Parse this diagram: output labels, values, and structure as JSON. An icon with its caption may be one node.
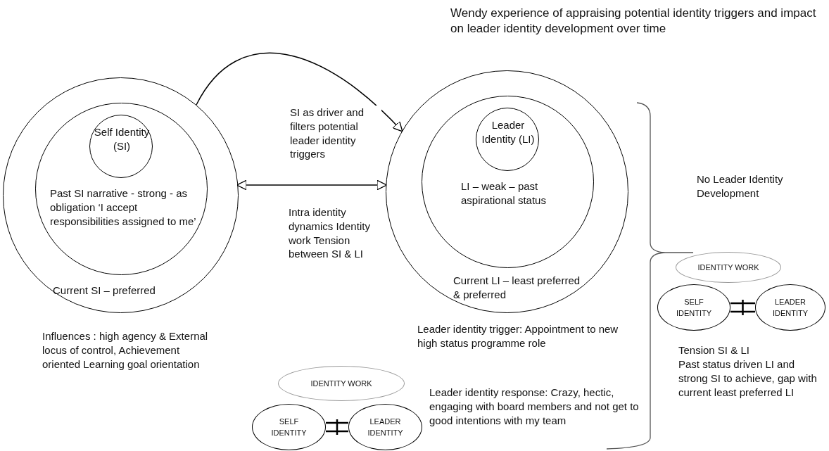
{
  "diagram": {
    "title": "Wendy experience of appraising potential identity triggers and impact on leader identity development over time",
    "nodes": [
      {
        "text": [
          "Current SI – preferred"
        ]
      },
      {
        "text": [
          "Past SI narrative - strong - as obligation ‘I accept responsibilities assigned to me’"
        ],
        "in": 0
      },
      {
        "text": [
          "Self Identity (SI)"
        ],
        "in": 1
      },
      {
        "text": [
          "Current LI – least preferred & preferred"
        ]
      },
      {
        "text": [
          "LI – weak – past aspirational status"
        ],
        "in": 3
      },
      {
        "text": [
          "Leader Identity (LI)"
        ],
        "in": 4
      },
      {
        "text": [
          "IDENTITY WORK"
        ]
      },
      {
        "text": [
          "SELF IDENTITY"
        ]
      },
      {
        "text": [
          "LEADER IDENTITY"
        ]
      },
      {
        "text": [
          "IDENTITY WORK"
        ]
      },
      {
        "text": [
          "SELF IDENTITY"
        ]
      },
      {
        "text": [
          "LEADER IDENTITY"
        ]
      }
    ],
    "edges": [
      {
        "from": 0,
        "to": 3,
        "arrow": "to",
        "label": "SI as driver and filters potential leader identity triggers"
      },
      {
        "from": 0,
        "to": 3,
        "arrow": "both",
        "label": "Intra identity dynamics Identity work Tension between SI & LI"
      },
      {
        "from": 7,
        "to": 8,
        "arrow": "none"
      },
      {
        "from": 10,
        "to": 11,
        "arrow": "none"
      }
    ],
    "labels": [
      "No Leader Identity Development",
      "Leader identity trigger: Appointment to new high status programme role",
      "Tension SI & LI",
      "Past status driven LI and strong SI to achieve, gap with current least preferred LI",
      "Influences : high agency & External locus of control, Achievement oriented Learning goal orientation",
      "Leader identity response: Crazy, hectic, engaging with board members and not get to good intentions with my team"
    ]
  }
}
